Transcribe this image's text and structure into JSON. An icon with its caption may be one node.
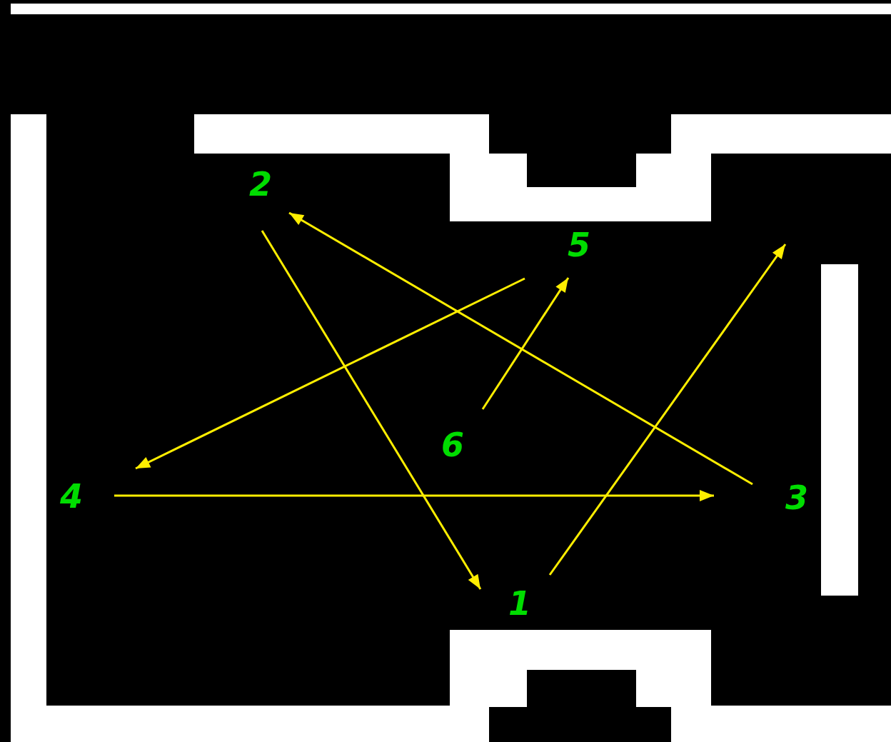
{
  "diagram": {
    "nodes": [
      {
        "text": [
          "1"
        ]
      },
      {
        "text": [
          "2"
        ]
      },
      {
        "text": [
          "3"
        ]
      },
      {
        "text": [
          "4"
        ]
      },
      {
        "text": [
          "5"
        ]
      },
      {
        "text": [
          "6"
        ]
      }
    ],
    "edges": [
      {
        "from": 5,
        "to": 4,
        "arrow": "to"
      },
      {
        "from": 4,
        "to": 3,
        "arrow": "to"
      },
      {
        "from": 3,
        "to": 2,
        "arrow": "to"
      },
      {
        "from": 2,
        "to": 1,
        "arrow": "to"
      },
      {
        "from": 1,
        "to": 0,
        "arrow": "to"
      },
      {
        "from": 0,
        "to": null,
        "arrow": "to"
      }
    ]
  }
}
